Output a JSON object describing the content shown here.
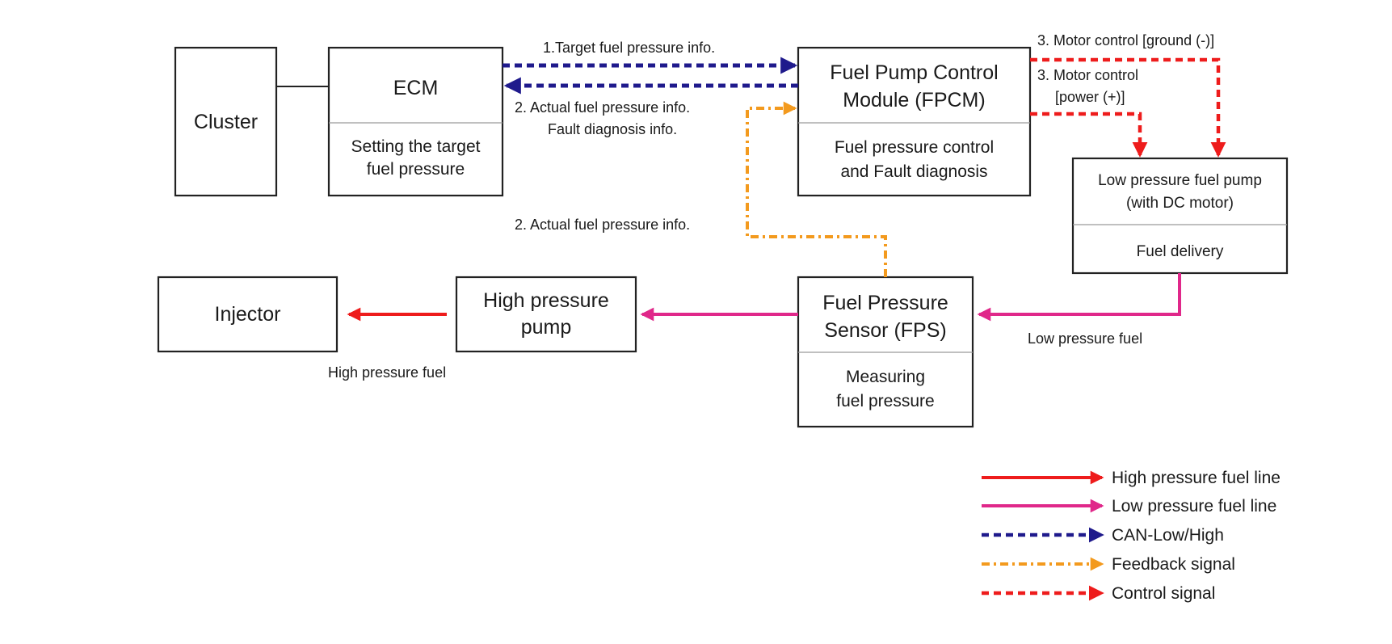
{
  "blocks": {
    "cluster": {
      "title": "Cluster"
    },
    "ecm": {
      "title": "ECM",
      "desc": [
        "Setting the target",
        "fuel pressure"
      ]
    },
    "fpcm": {
      "title": [
        "Fuel Pump Control",
        "Module (FPCM)"
      ],
      "desc": [
        "Fuel pressure control",
        "and Fault diagnosis"
      ]
    },
    "pump": {
      "title": [
        "Low pressure fuel pump",
        "(with DC motor)"
      ],
      "desc": "Fuel delivery"
    },
    "fps": {
      "title": [
        "Fuel Pressure",
        "Sensor (FPS)"
      ],
      "desc": [
        "Measuring",
        "fuel pressure"
      ]
    },
    "hpp": {
      "title": [
        "High pressure",
        "pump"
      ]
    },
    "injector": {
      "title": "Injector"
    }
  },
  "labels": {
    "target_info": "1.Target fuel pressure info.",
    "actual_info_ecm": [
      "2. Actual  fuel pressure info.",
      "Fault diagnosis info."
    ],
    "actual_info_fps": "2. Actual  fuel pressure info.",
    "motor_ground": "3. Motor control [ground (-)]",
    "motor_power": [
      "3. Motor control",
      "[power (+)]"
    ],
    "low_pressure_fuel": "Low pressure fuel",
    "high_pressure_fuel": "High pressure fuel"
  },
  "colors": {
    "high_pressure": "#ee1c1c",
    "low_pressure": "#e0288a",
    "can": "#1f1a8c",
    "feedback": "#f39a1e",
    "control": "#ee1c1c"
  },
  "legend": [
    {
      "label": "High pressure fuel line",
      "style": "solid",
      "color": "#ee1c1c"
    },
    {
      "label": "Low pressure fuel line",
      "style": "solid",
      "color": "#e0288a"
    },
    {
      "label": "CAN-Low/High",
      "style": "dashed",
      "color": "#1f1a8c"
    },
    {
      "label": "Feedback signal",
      "style": "dashdot",
      "color": "#f39a1e"
    },
    {
      "label": "Control signal",
      "style": "dashed",
      "color": "#ee1c1c"
    }
  ]
}
